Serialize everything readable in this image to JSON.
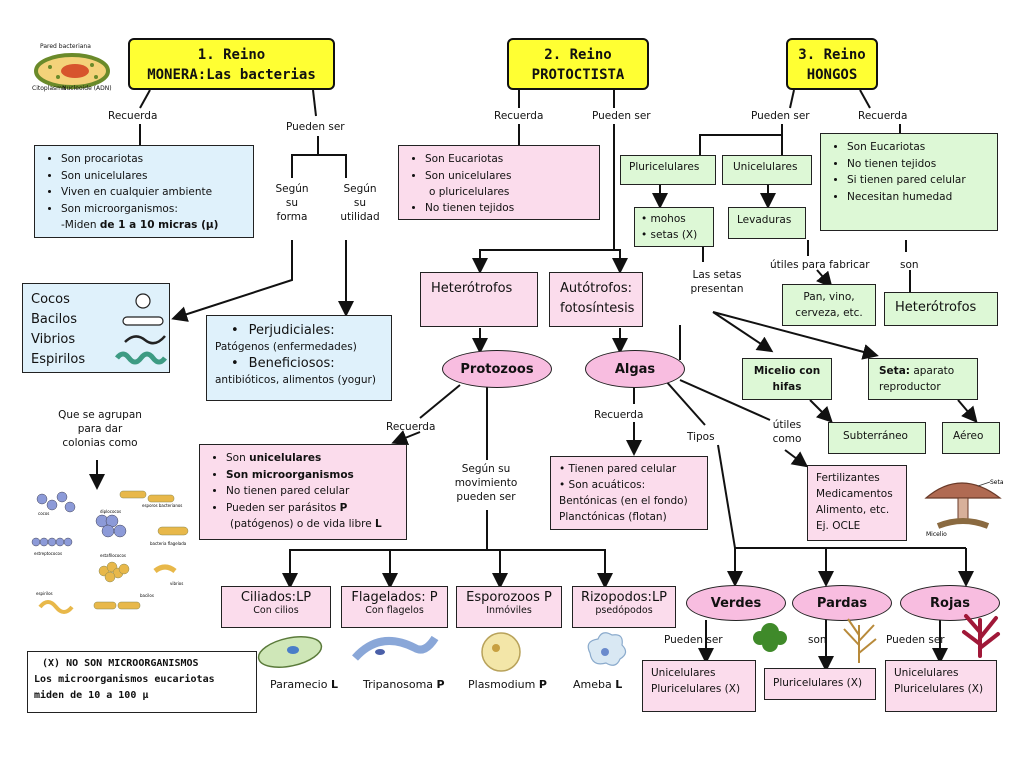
{
  "reino1": {
    "line1": "1. Reino",
    "line2": "MONERA:Las bacterias"
  },
  "reino2": {
    "line1": "2. Reino",
    "line2": "PROTOCTISTA"
  },
  "reino3": {
    "line1": "3. Reino",
    "line2": "HONGOS"
  },
  "monera": {
    "recuerda": "Recuerda",
    "pueden_ser": "Pueden ser",
    "facts": [
      "Son procariotas",
      "Son unicelulares",
      "Viven en cualquier ambiente",
      "Son microorganismos:"
    ],
    "miden_prefix": "-Miden ",
    "miden_bold": "de 1 a 10 micras (µ)",
    "segun_forma": [
      "Según",
      "su",
      "forma"
    ],
    "segun_utilidad": [
      "Según",
      "su",
      "utilidad"
    ],
    "formas": [
      "Cocos",
      "Bacilos",
      "Vibrios",
      "Espirilos"
    ],
    "perjudiciales_title": "Perjudiciales:",
    "perjudiciales_desc": "Patógenos (enfermedades)",
    "beneficiosos_title": "Beneficiosos:",
    "beneficiosos_desc": "antibióticos, alimentos (yogur)",
    "agrupan": [
      "Que se agrupan",
      "para dar",
      "colonias como"
    ],
    "colony_labels": [
      "cocos",
      "diplococos",
      "esporos bacterianos",
      "estreptococos",
      "estafilococos",
      "bacteria flagelada",
      "vibrios",
      "espirilos",
      "bacilos"
    ]
  },
  "protoctista": {
    "recuerda": "Recuerda",
    "pueden_ser": "Pueden ser",
    "fact1": "Son Eucariotas",
    "fact2": "Son unicelulares",
    "fact2b": "o pluricelulares",
    "fact3": "No tienen tejidos",
    "heterotrofos": "Heterótrofos",
    "autotrofos_1": "Autótrofos:",
    "autotrofos_2": "fotosíntesis",
    "protozoos": "Protozoos",
    "algas": "Algas",
    "recuerda2": "Recuerda",
    "recuerda3": "Recuerda",
    "tipos": "Tipos",
    "segun_mov": [
      "Según su",
      "movimiento",
      "pueden ser"
    ],
    "protozoo_facts": [
      {
        "pre": "Son ",
        "bold": "unicelulares",
        "post": ""
      },
      {
        "pre": "",
        "bold": "Son microorganismos",
        "post": ""
      },
      {
        "pre": "No tienen pared celular",
        "bold": "",
        "post": ""
      },
      {
        "pre": "Pueden ser parásitos ",
        "bold": "P",
        "post": ""
      }
    ],
    "protozoo_fact_tail_pre": "(patógenos) o de vida libre ",
    "protozoo_fact_tail_bold": "L",
    "algas_facts": [
      "Tienen pared celular",
      "Son acuáticos:"
    ],
    "algas_bentonicas": "Bentónicas (en el fondo)",
    "algas_planctonicas": "Planctónicas (flotan)",
    "grupos": [
      {
        "title": "Ciliados:LP",
        "sub": "Con cilios",
        "ex": "Paramecio ",
        "exb": "L"
      },
      {
        "title": "Flagelados: P",
        "sub": "Con flagelos",
        "ex": "Tripanosoma ",
        "exb": "P"
      },
      {
        "title": "Esporozoos P",
        "sub": "Inmóviles",
        "ex": "Plasmodium ",
        "exb": "P"
      },
      {
        "title": "Rizopodos:LP",
        "sub": "psedópodos",
        "ex": "Ameba ",
        "exb": "L"
      }
    ],
    "verdes": "Verdes",
    "pardas": "Pardas",
    "rojas": "Rojas",
    "verdes_rel": "Pueden ser",
    "pardas_rel": "son",
    "rojas_rel": "Pueden ser",
    "verdes_box": [
      "Unicelulares",
      "Pluricelulares (X)"
    ],
    "pardas_box": "Pluricelulares (X)",
    "rojas_box": [
      "Unicelulares",
      "Pluricelulares (X)"
    ]
  },
  "hongos": {
    "pueden_ser": "Pueden ser",
    "recuerda": "Recuerda",
    "pluricelulares": "Pluricelulares",
    "unicelulares": "Unicelulares",
    "mohos": "mohos",
    "setas": "setas (X)",
    "levaduras": "Levaduras",
    "facts": [
      "Son Eucariotas",
      "No tienen tejidos",
      "Si tienen pared celular",
      "Necesitan humedad"
    ],
    "utiles_fabricar": "útiles para fabricar",
    "son": "son",
    "pan": [
      "Pan, vino,",
      "cerveza, etc."
    ],
    "heterotrofos": "Heterótrofos",
    "setas_presentan": [
      "Las setas",
      "presentan"
    ],
    "micelio": [
      "Micelio con",
      "hifas"
    ],
    "seta_bold": "Seta:",
    "seta_rest": " aparato",
    "seta_rest2": "reproductor",
    "utiles_como": [
      "útiles",
      "como"
    ],
    "subterraneo": "Subterráneo",
    "aereo": "Aéreo",
    "usos": [
      "Fertilizantes",
      "Medicamentos",
      "Alimento, etc.",
      "Ej. OCLE"
    ],
    "seta_img_label1": "Seta",
    "seta_img_label2": "Micelio"
  },
  "nota": {
    "line1": "(X) NO SON MICROORGANISMOS",
    "line2": "Los microorganismos eucariotas",
    "line3": "miden de 10 a 100 µ"
  },
  "cell_labels": {
    "pared": "Pared bacteriana",
    "citoplasma": "Citoplasma",
    "nucleoide": "Nucleoide (ADN)"
  },
  "colors": {
    "yellow": "#ffff33",
    "blue": "#dff1fb",
    "pink": "#fbdcec",
    "green": "#ddf8d6",
    "oval_pink": "#f8bde0"
  }
}
